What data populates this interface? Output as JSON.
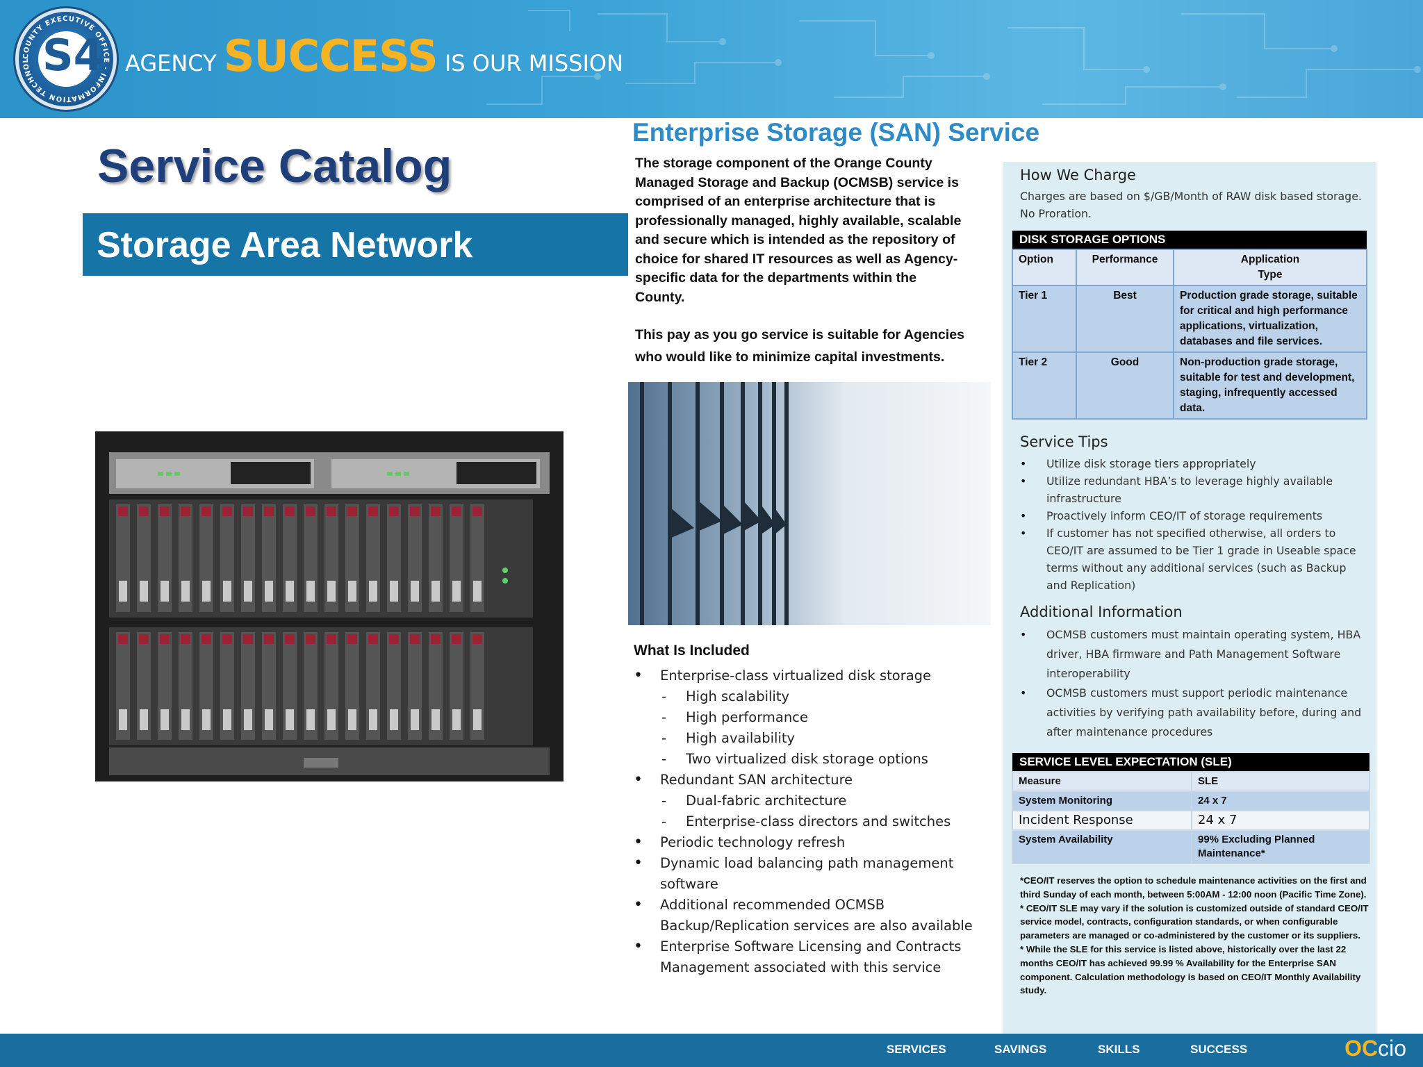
{
  "header": {
    "logo_text": "S4",
    "seal_ring_text": "COUNTY EXECUTIVE OFFICE · INFORMATION TECHNOLOGY",
    "tagline_part1": "AGENCY ",
    "tagline_highlight": "SUCCESS",
    "tagline_part2": " IS OUR MISSION"
  },
  "left": {
    "title": "Service Catalog",
    "section": "Storage Area Network"
  },
  "main": {
    "title": "Enterprise Storage (SAN) Service",
    "intro": "The storage component of the Orange County Managed Storage and Backup (OCMSB) service is comprised of an enterprise architecture that is professionally managed, highly available, scalable and secure which is intended as the repository of choice for shared IT resources as well as Agency-specific data for the departments within the County.",
    "intro2": " This pay as you go service is suitable for Agencies who would like to minimize capital investments.",
    "included_title": "What Is Included",
    "included": [
      {
        "type": "bullet",
        "text": "Enterprise-class virtualized disk storage"
      },
      {
        "type": "sub",
        "text": "High scalability"
      },
      {
        "type": "sub",
        "text": "High performance"
      },
      {
        "type": "sub",
        "text": "High availability"
      },
      {
        "type": "sub",
        "text": "Two virtualized disk storage options"
      },
      {
        "type": "bullet",
        "text": "Redundant SAN architecture"
      },
      {
        "type": "sub",
        "text": "Dual-fabric architecture"
      },
      {
        "type": "sub",
        "text": "Enterprise-class directors and switches"
      },
      {
        "type": "bullet",
        "text": "Periodic technology refresh"
      },
      {
        "type": "bullet",
        "text": "Dynamic load balancing path management software"
      },
      {
        "type": "bullet",
        "text": "Additional recommended OCMSB Backup/Replication services are also available"
      },
      {
        "type": "bullet",
        "text": "Enterprise Software Licensing and Contracts Management associated with this service"
      }
    ]
  },
  "panel": {
    "charge_title": "How We Charge",
    "charge_text": "Charges are based on $/GB/Month of RAW disk based storage.  No Proration.",
    "options_caption": "DISK STORAGE OPTIONS",
    "options_headers": [
      "Option",
      "Performance",
      "Application Type"
    ],
    "options_rows": [
      [
        "Tier 1",
        "Best",
        "Production grade storage, suitable for critical and high performance applications, virtualization, databases and file services."
      ],
      [
        "Tier 2",
        "Good",
        "Non-production grade storage, suitable for test and development, staging, infrequently accessed data."
      ]
    ],
    "tips_title": "Service Tips",
    "tips": [
      "Utilize disk storage tiers appropriately",
      "Utilize redundant HBA’s to leverage highly available infrastructure",
      "Proactively inform CEO/IT of storage requirements",
      "If customer has not specified otherwise, all orders to CEO/IT are assumed to be Tier 1 grade in Useable space terms without any additional services (such as Backup and Replication)"
    ],
    "addl_title": "Additional Information",
    "addl": [
      "OCMSB customers must maintain operating system, HBA driver, HBA firmware and Path Management Software interoperability",
      "OCMSB customers must support periodic maintenance activities by verifying path availability before, during and after maintenance procedures"
    ],
    "sle_caption": "SERVICE  LEVEL  EXPECTATION (SLE)",
    "sle_headers": [
      "Measure",
      "SLE"
    ],
    "sle_rows": [
      [
        "System Monitoring",
        "24 x 7"
      ],
      [
        "Incident Response",
        "24 x 7"
      ],
      [
        "System Availability",
        "99% Excluding Planned Maintenance*"
      ]
    ],
    "footnotes": [
      "*CEO/IT reserves the option to schedule maintenance activities on the first and third Sunday of each month, between 5:00AM - 12:00 noon (Pacific Time Zone).",
      "* CEO/IT SLE may vary if the solution is customized outside of standard CEO/IT service model, contracts, configuration standards, or when configurable parameters are managed or co-administered by the customer or its suppliers.",
      "* While the SLE for this service is listed above, historically over the last 22 months CEO/IT has achieved 99.99 % Availability for the Enterprise SAN component.  Calculation methodology is based on CEO/IT Monthly Availability study."
    ]
  },
  "footer": {
    "nav": [
      "SERVICES",
      "SAVINGS",
      "SKILLS",
      "SUCCESS"
    ],
    "brand_oc": "OC",
    "brand_cio": "cio"
  }
}
